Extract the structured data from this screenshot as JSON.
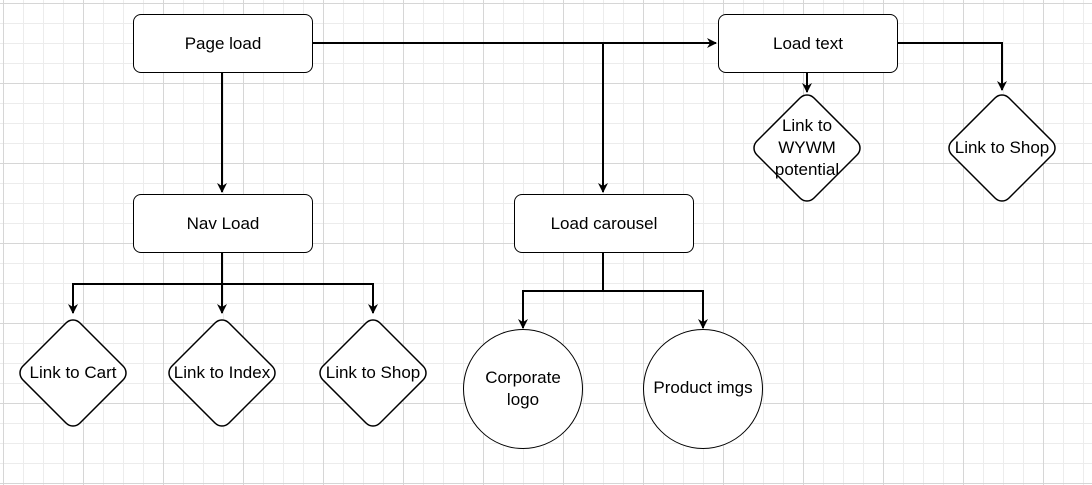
{
  "diagram": {
    "nodes": {
      "page_load": "Page load",
      "nav_load": "Nav Load",
      "load_carousel": "Load carousel",
      "load_text": "Load text",
      "link_cart": "Link to Cart",
      "link_index": "Link to Index",
      "link_shop_nav": "Link to Shop",
      "corporate_logo": "Corporate logo",
      "product_imgs": "Product imgs",
      "link_wywm": "Link to WYWM potential",
      "link_shop_text": "Link to Shop"
    },
    "edges": [
      {
        "from": "Page load",
        "to": "Nav Load"
      },
      {
        "from": "Page load",
        "to": "Load carousel"
      },
      {
        "from": "Page load",
        "to": "Load text"
      },
      {
        "from": "Nav Load",
        "to": "Link to Cart"
      },
      {
        "from": "Nav Load",
        "to": "Link to Index"
      },
      {
        "from": "Nav Load",
        "to": "Link to Shop"
      },
      {
        "from": "Load carousel",
        "to": "Corporate logo"
      },
      {
        "from": "Load carousel",
        "to": "Product imgs"
      },
      {
        "from": "Load text",
        "to": "Link to WYWM potential"
      },
      {
        "from": "Load text",
        "to": "Link to Shop"
      }
    ]
  }
}
